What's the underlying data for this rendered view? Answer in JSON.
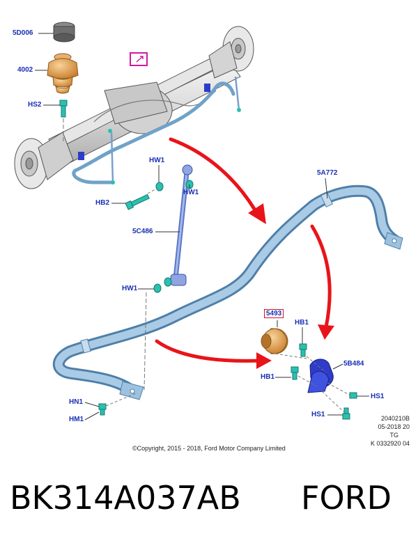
{
  "callouts": {
    "c5D006": "5D006",
    "c4002": "4002",
    "cHS2": "HS2",
    "cHW1_top": "HW1",
    "cHW1_right": "HW1",
    "cHB2": "HB2",
    "c5C486": "5C486",
    "cHW1_low": "HW1",
    "c5A772": "5A772",
    "c5493": "5493",
    "cHB1_top": "HB1",
    "c5B484": "5B484",
    "cHB1_left": "HB1",
    "cHS1_right": "HS1",
    "cHS1_low": "HS1",
    "cHN1": "HN1",
    "cHM1": "HM1"
  },
  "reference": {
    "line1": "2040210B",
    "line2": "05-2018 20",
    "line3": "TG",
    "line4": "K 0332920 04"
  },
  "copyright": "©Copyright, 2015 - 2018, Ford Motor Company Limited",
  "footer": {
    "part_number": "BK314A037AB",
    "brand": "FORD"
  },
  "colors": {
    "callout_text": "#1a2fb5",
    "arrow_red": "#e8141a",
    "bar_blue": "#8ab4d6",
    "bushing_orange": "#e0a258",
    "bracket_blue": "#2e3cc8",
    "clip_teal": "#2bc0b0"
  }
}
